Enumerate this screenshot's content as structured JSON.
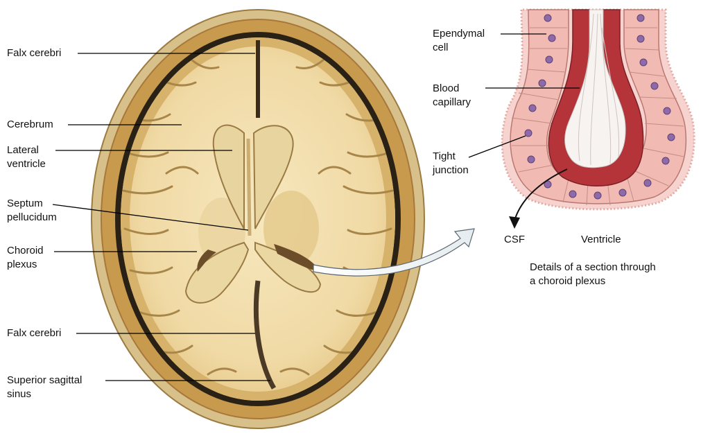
{
  "left_labels": {
    "falx_cerebri_top": "Falx cerebri",
    "cerebrum": "Cerebrum",
    "lateral_ventricle": [
      "Lateral",
      "ventricle"
    ],
    "septum_pellucidum": [
      "Septum",
      "pellucidum"
    ],
    "choroid_plexus": [
      "Choroid",
      "plexus"
    ],
    "falx_cerebri_bottom": "Falx cerebri",
    "superior_sagittal_sinus": [
      "Superior sagittal",
      "sinus"
    ]
  },
  "right_labels": {
    "ependymal_cell": [
      "Ependymal",
      "cell"
    ],
    "blood_capillary": [
      "Blood",
      "capillary"
    ],
    "tight_junction": [
      "Tight",
      "junction"
    ],
    "csf": "CSF",
    "ventricle": "Ventricle"
  },
  "caption": [
    "Details of a section through",
    "a choroid plexus"
  ],
  "colors": {
    "skull_tan": "#c89a4e",
    "white_matter": "#f2dfae",
    "gray_matter": "#d8b873",
    "ventricle_cavity": "#e7d49c",
    "epithelium_pink": "#f4c9c4",
    "capillary_red": "#b5343a",
    "nucleus_purple": "#8e6aa8"
  }
}
